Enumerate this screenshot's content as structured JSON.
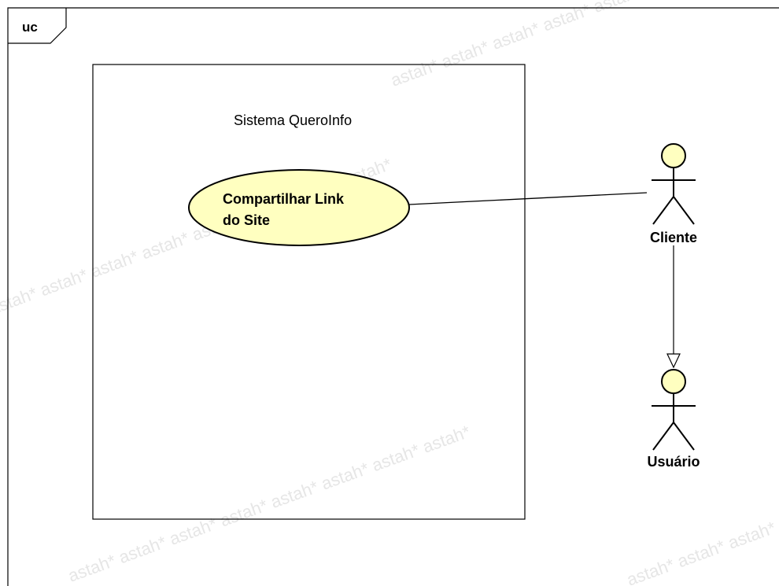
{
  "frame": {
    "tag": "uc"
  },
  "boundary": {
    "name": "Sistema QueroInfo"
  },
  "use_cases": [
    {
      "lines": [
        "Compartilhar Link",
        "do Site"
      ]
    }
  ],
  "actors": [
    {
      "name": "Cliente"
    },
    {
      "name": "Usuário"
    }
  ],
  "watermark": {
    "text": "astah*"
  },
  "colors": {
    "use_case_fill": "#ffffc0",
    "actor_head_fill": "#ffffc0",
    "stroke": "#000000",
    "watermark": "#e6e6e6"
  }
}
